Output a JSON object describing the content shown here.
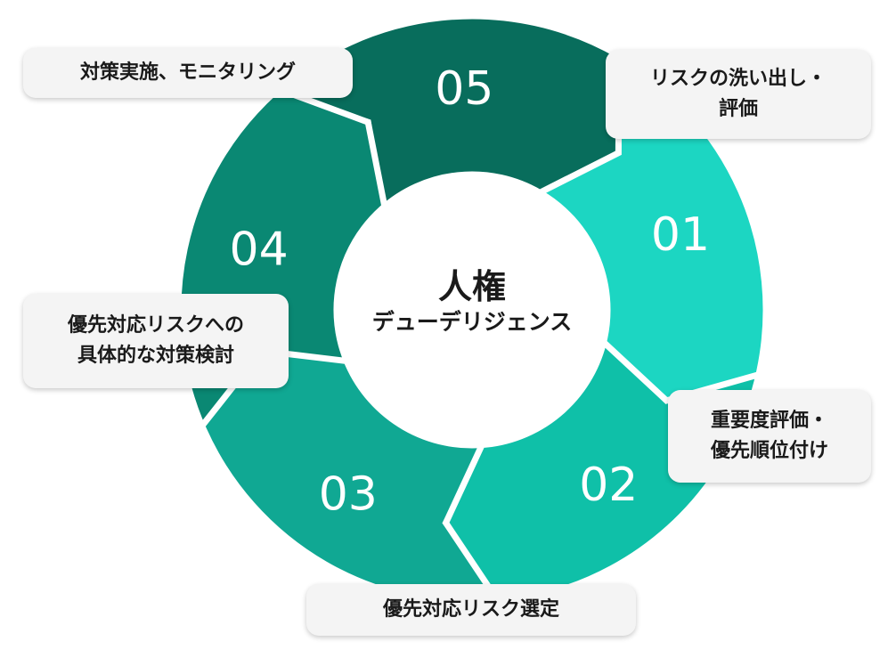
{
  "center": {
    "title": "人権",
    "subtitle": "デューデリジェンス"
  },
  "steps": [
    {
      "number": "01",
      "label_lines": [
        "リスクの洗い出し・",
        "評価"
      ],
      "color": "#1cd6c2"
    },
    {
      "number": "02",
      "label_lines": [
        "重要度評価・",
        "優先順位付け"
      ],
      "color": "#0fc0a8"
    },
    {
      "number": "03",
      "label_lines": [
        "優先対応リスク選定"
      ],
      "color": "#10a893"
    },
    {
      "number": "04",
      "label_lines": [
        "優先対応リスクへの",
        "具体的な対策検討"
      ],
      "color": "#0a8873"
    },
    {
      "number": "05",
      "label_lines": [
        "対策実施、モニタリング"
      ],
      "color": "#086d5c"
    }
  ]
}
